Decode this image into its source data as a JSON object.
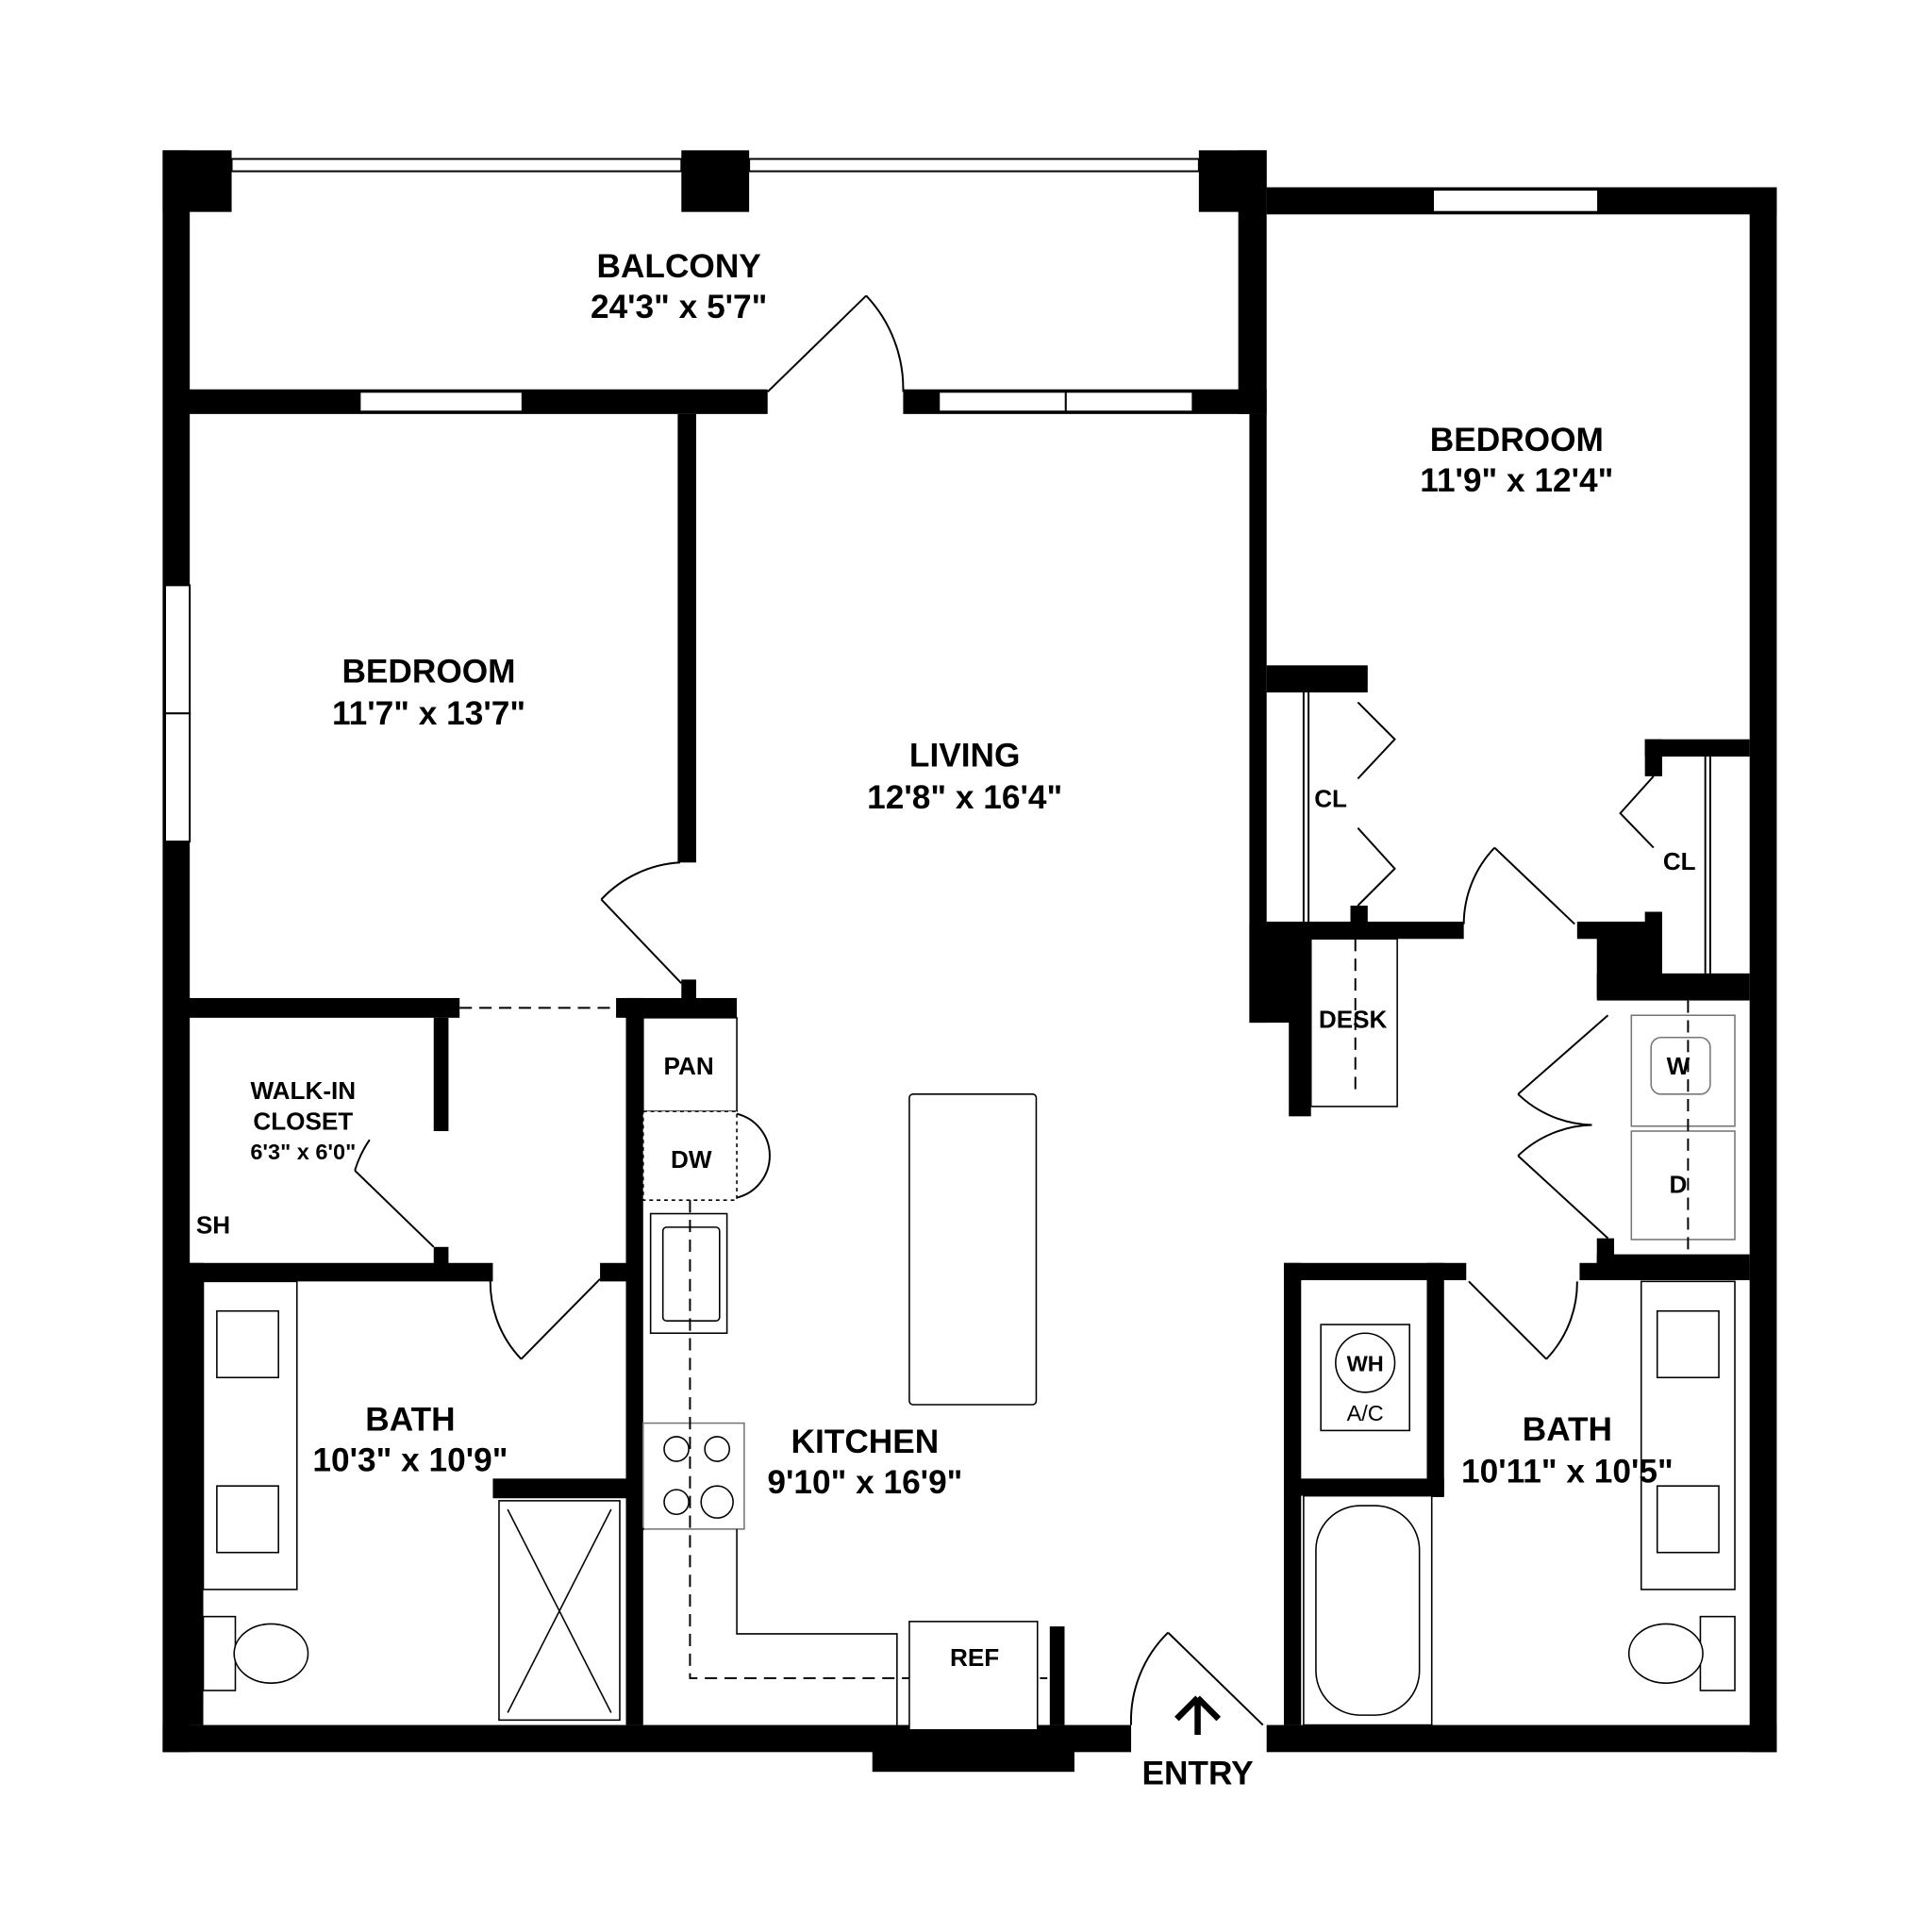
{
  "rooms": {
    "balcony": {
      "name": "BALCONY",
      "size": "24'3\" x 5'7\""
    },
    "bedroom_left": {
      "name": "BEDROOM",
      "size": "11'7\" x 13'7\""
    },
    "living": {
      "name": "LIVING",
      "size": "12'8\" x 16'4\""
    },
    "bedroom_right": {
      "name": "BEDROOM",
      "size": "11'9\" x 12'4\""
    },
    "walk_in_closet": {
      "name_line1": "WALK-IN",
      "name_line2": "CLOSET",
      "size": "6'3\" x 6'0\""
    },
    "bath_left": {
      "name": "BATH",
      "size": "10'3\" x 10'9\""
    },
    "kitchen": {
      "name": "KITCHEN",
      "size": "9'10\" x 16'9\""
    },
    "bath_right": {
      "name": "BATH",
      "size": "10'11\" x 10'5\""
    }
  },
  "fixtures": {
    "closet_1": "CL",
    "closet_2": "CL",
    "desk": "DESK",
    "washer": "W",
    "dryer": "D",
    "water_heater": "WH",
    "ac": "A/C",
    "pantry": "PAN",
    "dishwasher": "DW",
    "refrigerator": "REF",
    "shelf": "SH"
  },
  "entry": {
    "label": "ENTRY",
    "icon": "arrow-up-icon"
  },
  "colors": {
    "wall": "#000000",
    "background": "#ffffff"
  }
}
